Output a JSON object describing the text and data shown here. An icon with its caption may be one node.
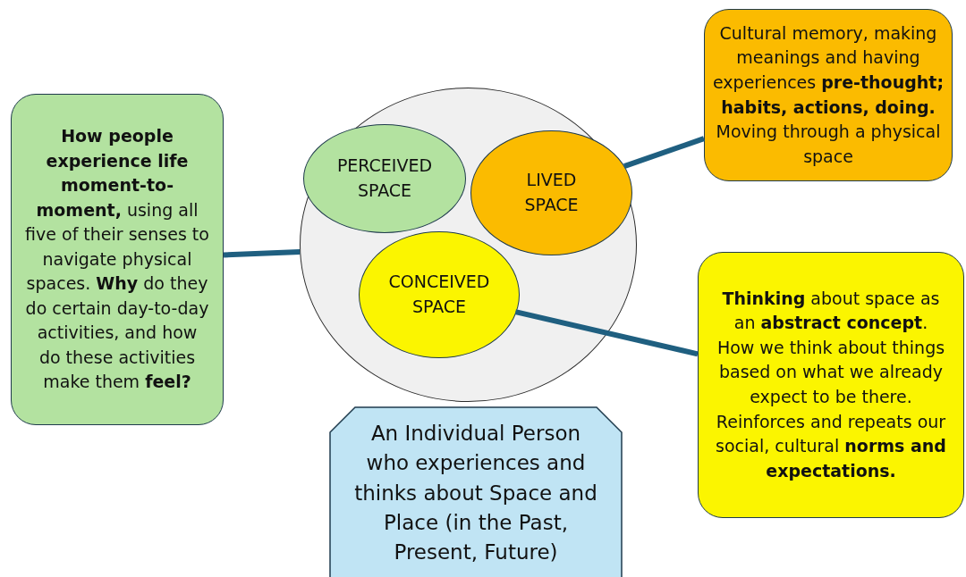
{
  "diagram": {
    "nodes": [
      {
        "text": [],
        "shape": "circle"
      },
      {
        "text": [
          "PERCEIVED SPACE"
        ],
        "in": 0
      },
      {
        "text": [
          "LIVED SPACE"
        ],
        "in": 0
      },
      {
        "text": [
          "CONCEIVED SPACE"
        ],
        "in": 0
      },
      {
        "text": [
          "**How people experience life moment-to-moment,** using all five of their senses to navigate physical spaces. **Why** do they do certain day-to-day activities, and how do these activities make them **feel?**"
        ]
      },
      {
        "text": [
          "Cultural memory, making meanings and having experiences **pre-thought; habits, actions, doing.** Moving through a physical space"
        ]
      },
      {
        "text": [
          "**Thinking** about space as an **abstract concept**. How we think about things based on what we already expect to be there. Reinforces and repeats our social, cultural **norms and expectations.**"
        ]
      },
      {
        "text": [
          "An Individual Person who experiences and thinks about Space and Place (in the Past, Present, Future)"
        ]
      }
    ],
    "edges": [
      {
        "from": 4,
        "to": 0,
        "arrow": "none"
      },
      {
        "from": 2,
        "to": 5,
        "arrow": "none"
      },
      {
        "from": 3,
        "to": 6,
        "arrow": "none"
      }
    ]
  }
}
